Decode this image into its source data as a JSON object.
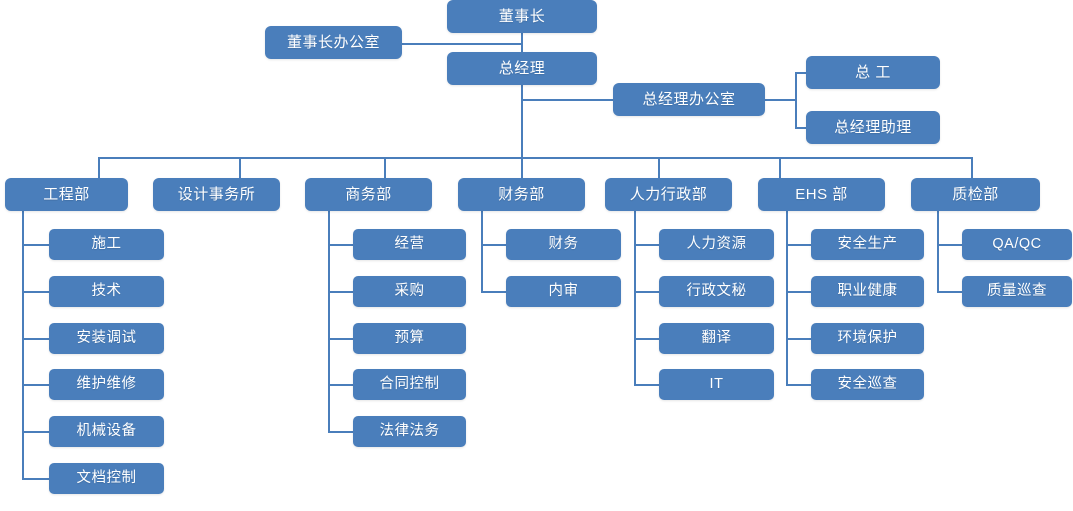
{
  "chart_data": {
    "type": "diagram",
    "diagram_type": "organization-chart",
    "title": "",
    "orientation": "top-down",
    "node_fill_color": "#4a7ebb",
    "node_text_color": "#ffffff",
    "connector_color": "#4a7ebb",
    "background_color": "#ffffff",
    "levels": [
      {
        "level": 1,
        "nodes": [
          "董事长"
        ]
      },
      {
        "level": 2,
        "nodes": [
          "董事长办公室",
          "总经理"
        ]
      },
      {
        "level": 3,
        "nodes": [
          "总经理办公室",
          "总 工",
          "总经理助理"
        ]
      },
      {
        "level": 4,
        "nodes": [
          "工程部",
          "设计事务所",
          "商务部",
          "财务部",
          "人力行政部",
          "EHS 部",
          "质检部"
        ]
      }
    ],
    "hierarchy": [
      {
        "label": "董事长",
        "staff": [
          "董事长办公室"
        ],
        "children": [
          {
            "label": "总经理",
            "staff": [
              {
                "label": "总经理办公室",
                "children": [
                  "总 工",
                  "总经理助理"
                ]
              }
            ],
            "children": [
              {
                "label": "工程部",
                "children": [
                  "施工",
                  "技术",
                  "安装调试",
                  "维护维修",
                  "机械设备",
                  "文档控制"
                ]
              },
              {
                "label": "设计事务所",
                "children": []
              },
              {
                "label": "商务部",
                "children": [
                  "经营",
                  "采购",
                  "预算",
                  "合同控制",
                  "法律法务"
                ]
              },
              {
                "label": "财务部",
                "children": [
                  "财务",
                  "内审"
                ]
              },
              {
                "label": "人力行政部",
                "children": [
                  "人力资源",
                  "行政文秘",
                  "翻译",
                  "IT"
                ]
              },
              {
                "label": "EHS 部",
                "children": [
                  "安全生产",
                  "职业健康",
                  "环境保护",
                  "安全巡查"
                ]
              },
              {
                "label": "质检部",
                "children": [
                  "QA/QC",
                  "质量巡查"
                ]
              }
            ]
          }
        ]
      }
    ]
  },
  "nodes": {
    "chairman": "董事长",
    "chairman_office": "董事长办公室",
    "general_manager": "总经理",
    "gm_office": "总经理办公室",
    "chief_engineer": "总 工",
    "gm_assistant": "总经理助理"
  },
  "departments": [
    {
      "label": "工程部"
    },
    {
      "label": "设计事务所"
    },
    {
      "label": "商务部"
    },
    {
      "label": "财务部"
    },
    {
      "label": "人力行政部"
    },
    {
      "label": "EHS 部"
    },
    {
      "label": "质检部"
    }
  ],
  "engineering_children": [
    {
      "label": "施工"
    },
    {
      "label": "技术"
    },
    {
      "label": "安装调试"
    },
    {
      "label": "维护维修"
    },
    {
      "label": "机械设备"
    },
    {
      "label": "文档控制"
    }
  ],
  "business_children": [
    {
      "label": "经营"
    },
    {
      "label": "采购"
    },
    {
      "label": "预算"
    },
    {
      "label": "合同控制"
    },
    {
      "label": "法律法务"
    }
  ],
  "finance_children": [
    {
      "label": "财务"
    },
    {
      "label": "内审"
    }
  ],
  "hr_children": [
    {
      "label": "人力资源"
    },
    {
      "label": "行政文秘"
    },
    {
      "label": "翻译"
    },
    {
      "label": "IT"
    }
  ],
  "ehs_children": [
    {
      "label": "安全生产"
    },
    {
      "label": "职业健康"
    },
    {
      "label": "环境保护"
    },
    {
      "label": "安全巡查"
    }
  ],
  "qa_children": [
    {
      "label": "QA/QC"
    },
    {
      "label": "质量巡查"
    }
  ]
}
